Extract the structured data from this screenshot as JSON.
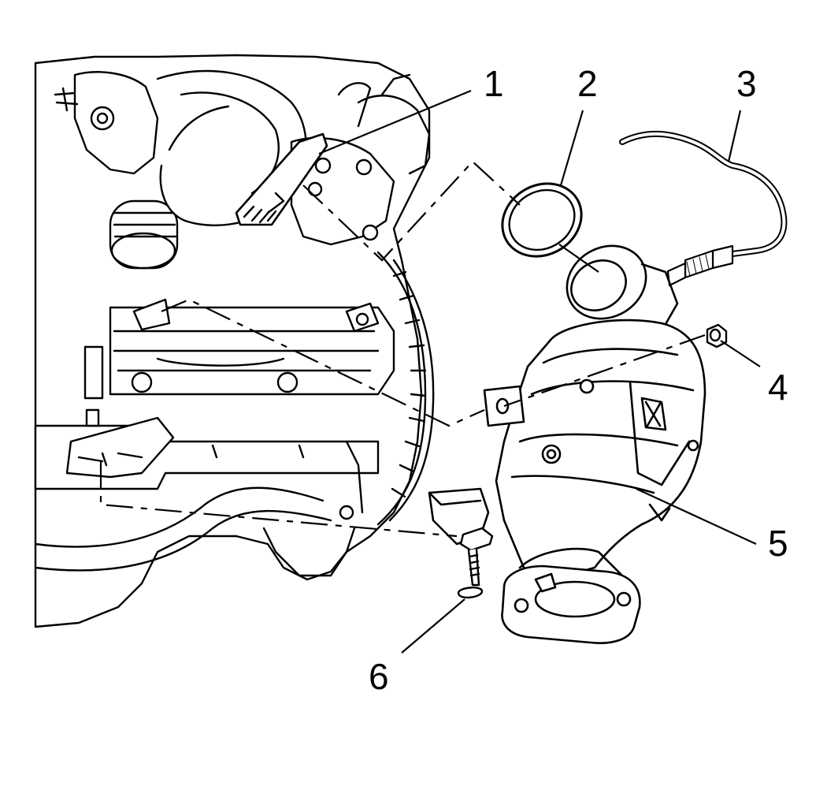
{
  "callouts": [
    {
      "id": "1",
      "label": "1",
      "part": "oxygen-sensor-connector"
    },
    {
      "id": "2",
      "label": "2",
      "part": "gasket"
    },
    {
      "id": "3",
      "label": "3",
      "part": "oxygen-sensor"
    },
    {
      "id": "4",
      "label": "4",
      "part": "nut"
    },
    {
      "id": "5",
      "label": "5",
      "part": "catalytic-converter"
    },
    {
      "id": "6",
      "label": "6",
      "part": "bolt"
    }
  ],
  "colors": {
    "ink": "#000000",
    "paper": "#ffffff"
  }
}
